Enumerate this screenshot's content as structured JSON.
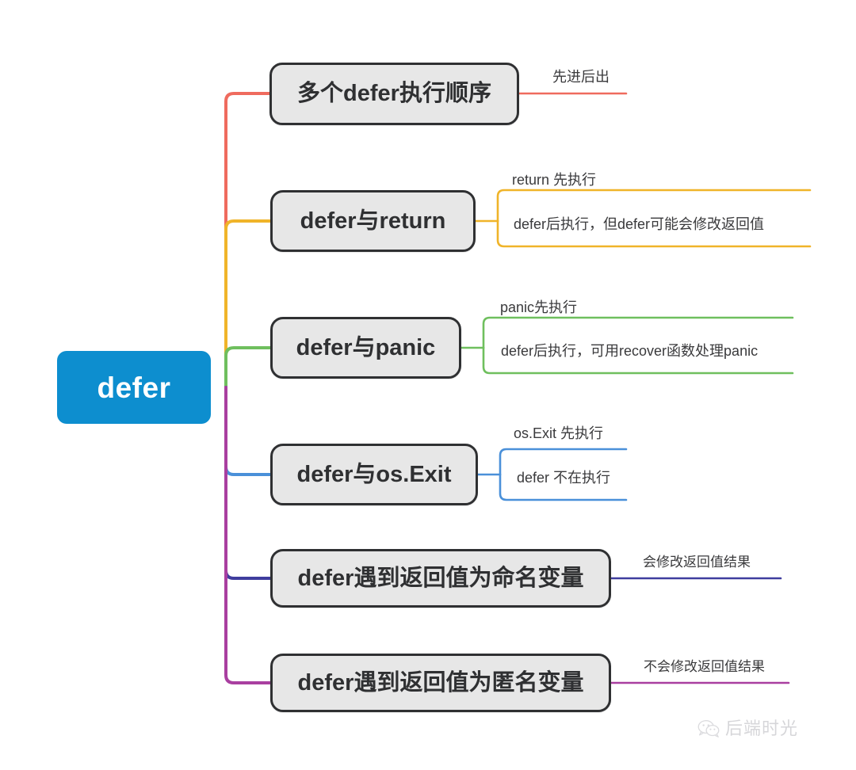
{
  "diagram": {
    "type": "mindmap",
    "title": "defer",
    "root": {
      "label": "defer",
      "color": "#0d8ecf",
      "text_color": "#ffffff"
    },
    "branches": [
      {
        "label": "多个defer执行顺序",
        "color": "#ef6b5e",
        "leaves": [
          {
            "label": "先进后出"
          }
        ]
      },
      {
        "label": "defer与return",
        "color": "#f0b429",
        "leaves": [
          {
            "label": "return 先执行"
          },
          {
            "label": "defer后执行，但defer可能会修改返回值"
          }
        ]
      },
      {
        "label": "defer与panic",
        "color": "#6fbf5e",
        "leaves": [
          {
            "label": "panic先执行"
          },
          {
            "label": "defer后执行，可用recover函数处理panic"
          }
        ]
      },
      {
        "label": "defer与os.Exit",
        "color": "#4a90d9",
        "leaves": [
          {
            "label": "os.Exit 先执行"
          },
          {
            "label": "defer 不在执行"
          }
        ]
      },
      {
        "label": "defer遇到返回值为命名变量",
        "color": "#3f3d9e",
        "leaves": [
          {
            "label": "会修改返回值结果"
          }
        ]
      },
      {
        "label": "defer遇到返回值为匿名变量",
        "color": "#a93fa0",
        "leaves": [
          {
            "label": "不会修改返回值结果"
          }
        ]
      }
    ],
    "node_style": {
      "fill": "#e7e7e7",
      "border": "#2f3032",
      "text": "#2f3032"
    }
  },
  "watermark": {
    "text": "后端时光",
    "icon": "wechat-icon"
  }
}
